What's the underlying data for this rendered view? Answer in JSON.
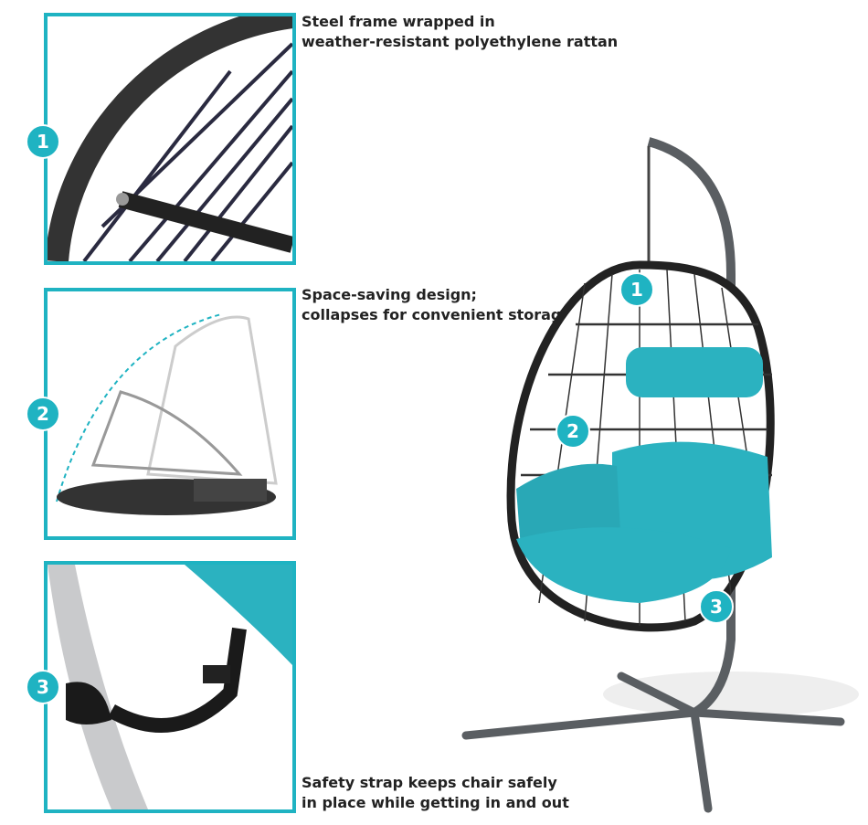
{
  "features": [
    {
      "number": "1",
      "line1": "Steel frame wrapped in",
      "line2": "weather-resistant polyethylene rattan"
    },
    {
      "number": "2",
      "line1": "Space-saving design;",
      "line2": "collapses for convenient storage"
    },
    {
      "number": "3",
      "line1": "Safety strap keeps chair safely",
      "line2": "in place while getting in and out"
    }
  ],
  "colors": {
    "accent": "#1fb3c2",
    "cushion": "#2bb2c0",
    "frame": "#2a2a2a",
    "stand": "#5a5e62"
  }
}
